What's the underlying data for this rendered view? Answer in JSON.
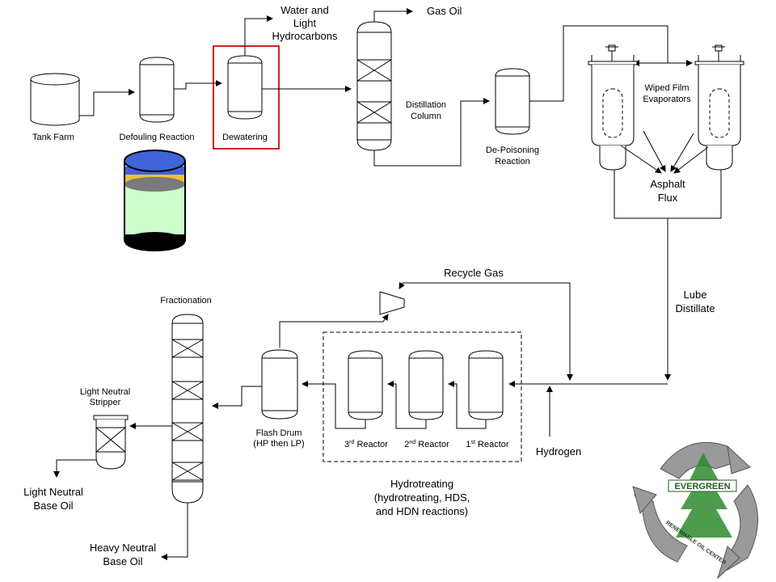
{
  "labels": {
    "tank_farm": "Tank Farm",
    "defouling": "Defouling Reaction",
    "dewatering": "Dewatering",
    "water_1": "Water and",
    "water_2": "Light",
    "water_3": "Hydrocarbons",
    "gas_oil": "Gas Oil",
    "distillation_1": "Distillation",
    "distillation_2": "Column",
    "depoisoning_1": "De-Poisoning",
    "depoisoning_2": "Reaction",
    "wfe_1": "Wiped Film",
    "wfe_2": "Evaporators",
    "asphalt_1": "Asphalt",
    "asphalt_2": "Flux",
    "lube_1": "Lube",
    "lube_2": "Distillate",
    "recycle_gas": "Recycle Gas",
    "fractionation": "Fractionation",
    "ln_stripper_1": "Light Neutral",
    "ln_stripper_2": "Stripper",
    "flash_1": "Flash Drum",
    "flash_2": "(HP then LP)",
    "r3_num": "3",
    "r3_sup": "rd",
    "r2_num": "2",
    "r2_sup": "nd",
    "r1_num": "1",
    "r1_sup": "st",
    "reactor_word": " Reactor",
    "hydrogen": "Hydrogen",
    "hydrotreating_1": "Hydrotreating",
    "hydrotreating_2": "(hydrotreating, HDS,",
    "hydrotreating_3": "and HDN reactions)",
    "light_neutral_1": "Light Neutral",
    "light_neutral_2": "Base Oil",
    "heavy_neutral_1": "Heavy Neutral",
    "heavy_neutral_2": "Base Oil"
  },
  "logo": {
    "brand": "EVERGREEN",
    "tagline": "RENEWABLE OIL CENTER"
  },
  "colors": {
    "highlight_box": "#cc2222",
    "drum_lid": "#3f63d9",
    "drum_band": "#f2c12e",
    "drum_body": "#ccffcc",
    "logo_green": "#2e8b2e",
    "logo_gray": "#9a9a9a"
  }
}
